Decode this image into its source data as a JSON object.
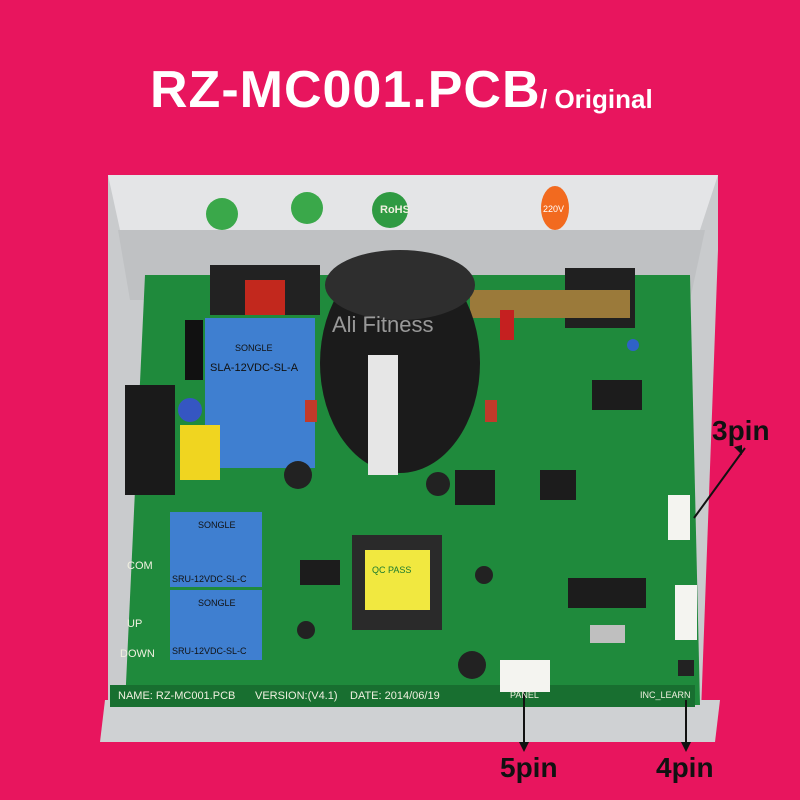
{
  "heading": {
    "title": "RZ-MC001.PCB",
    "subtitle": "/ Original"
  },
  "watermark": "Ali Fitness",
  "board": {
    "name_line": "NAME: RZ-MC001.PCB",
    "version_line": "VERSION:(V4.1)",
    "date_line": "DATE: 2014/06/19",
    "panel_label": "PANEL",
    "inc_label": "INC_LEARN",
    "edge_labels": [
      "COM",
      "UP",
      "DOWN"
    ],
    "relay_main": {
      "brand": "SONGLE",
      "model": "SLA-12VDC-SL-A"
    },
    "relay_small_1": {
      "brand": "SONGLE",
      "model": "SRU-12VDC-SL-C"
    },
    "relay_small_2": {
      "brand": "SONGLE",
      "model": "SRU-12VDC-SL-C"
    },
    "rohs": "RoHS",
    "voltage_badge": "220V",
    "qc_sticker": "QC PASS"
  },
  "callouts": {
    "top_right": "3pin",
    "bottom_left": "5pin",
    "bottom_right": "4pin"
  },
  "colors": {
    "background": "#e8155e",
    "pcb": "#1f8a3c",
    "heatsink": "#d2d4d6",
    "relay": "#3f7fd0"
  }
}
